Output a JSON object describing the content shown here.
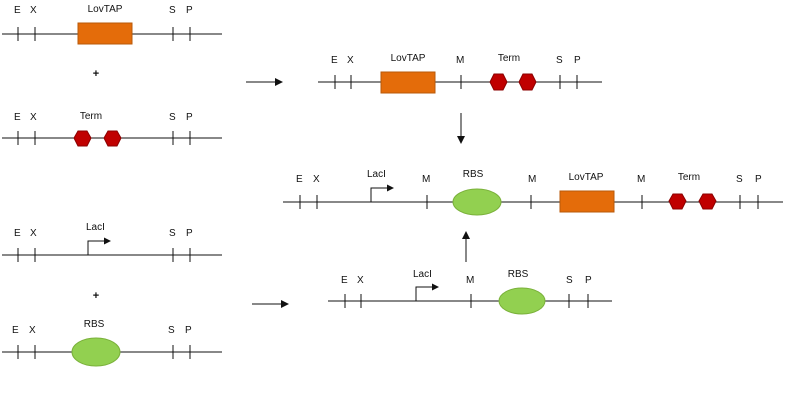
{
  "colors": {
    "line": "#111111",
    "lovtap": "#e46c0a",
    "lovtap_border": "#b85a0a",
    "term": "#c00000",
    "term_border": "#8b0000",
    "rbs": "#92d050",
    "rbs_border": "#7ab13a"
  },
  "construct_lovtap": {
    "sites": [
      "E",
      "X",
      "S",
      "P"
    ],
    "part": "LovTAP"
  },
  "plus_top": "+",
  "construct_term": {
    "sites": [
      "E",
      "X",
      "S",
      "P"
    ],
    "part": "Term"
  },
  "construct_laci": {
    "sites": [
      "E",
      "X",
      "S",
      "P"
    ],
    "part": "LacI"
  },
  "plus_bottom": "+",
  "construct_rbs": {
    "sites": [
      "E",
      "X",
      "S",
      "P"
    ],
    "part": "RBS"
  },
  "product_lovtap_term": {
    "sites": [
      "E",
      "X",
      "M",
      "S",
      "P"
    ],
    "parts": [
      "LovTAP",
      "Term"
    ]
  },
  "product_laci_rbs": {
    "sites": [
      "E",
      "X",
      "M",
      "S",
      "P"
    ],
    "parts": [
      "LacI",
      "RBS"
    ]
  },
  "final_construct": {
    "sites": [
      "E",
      "X",
      "M",
      "M",
      "M",
      "S",
      "P"
    ],
    "parts": [
      "LacI",
      "RBS",
      "LovTAP",
      "Term"
    ]
  }
}
